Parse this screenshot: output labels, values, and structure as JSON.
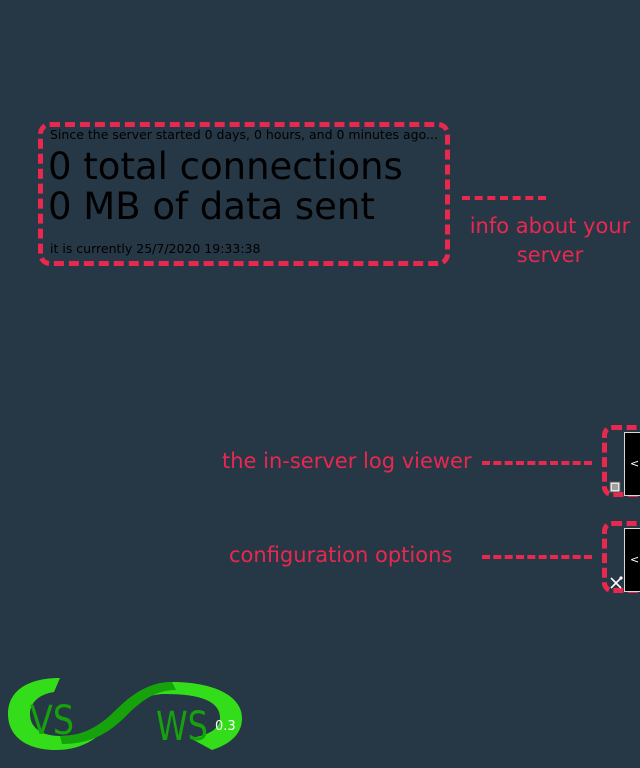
{
  "server_info": {
    "uptime_text": "Since the server started 0 days, 0 hours, and 0 minutes ago...",
    "connections_text": "0 total connections",
    "data_sent_text": "0 MB of data sent",
    "clock_text": "it is currently 25/7/2020 19:33:38"
  },
  "annotations": {
    "info_label": "info about your server",
    "log_label": "the in-server log viewer",
    "config_label": "configuration options"
  },
  "panels": {
    "log_viewer": {
      "toggle_label": "<",
      "icon": "document-icon"
    },
    "configuration": {
      "toggle_label": "<",
      "icon": "tools-icon"
    }
  },
  "logo": {
    "left_text": "VS",
    "right_text": "WS",
    "version": "0.3"
  },
  "colors": {
    "background": "#263746",
    "annotation": "#e8284f",
    "logo_green_light": "#33dd1a",
    "logo_green_dark": "#15a20a"
  }
}
